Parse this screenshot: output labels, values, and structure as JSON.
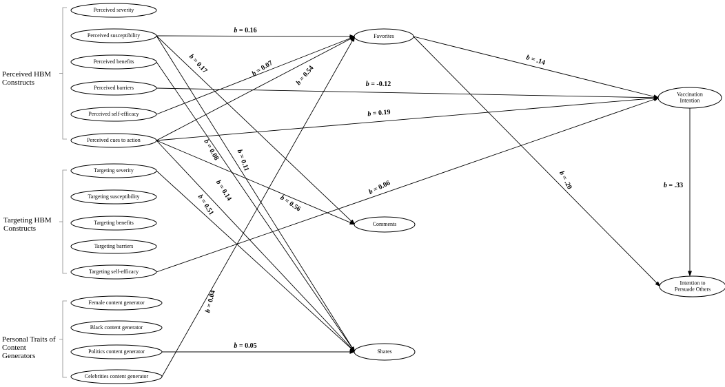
{
  "groups": [
    {
      "id": "hbm",
      "lines": [
        "Perceived HBM",
        "Constructs"
      ]
    },
    {
      "id": "targeting",
      "lines": [
        "Targeting HBM",
        "Constructs"
      ]
    },
    {
      "id": "traits",
      "lines": [
        "Personal Traits of",
        "Content",
        "Generators"
      ]
    }
  ],
  "nodes": {
    "perceived_severity": {
      "lines": [
        "Perceived severity"
      ]
    },
    "perceived_susceptibility": {
      "lines": [
        "Perceived susceptibility"
      ]
    },
    "perceived_benefits": {
      "lines": [
        "Perceived benefits"
      ]
    },
    "perceived_barriers": {
      "lines": [
        "Perceived barriers"
      ]
    },
    "perceived_self_efficacy": {
      "lines": [
        "Perceived self-efficacy"
      ]
    },
    "perceived_cues": {
      "lines": [
        "Perceived cues to action"
      ]
    },
    "targeting_severity": {
      "lines": [
        "Targeting severity"
      ]
    },
    "targeting_susceptibility": {
      "lines": [
        "Targeting susceptibility"
      ]
    },
    "targeting_benefits": {
      "lines": [
        "Targeting benefits"
      ]
    },
    "targeting_barriers": {
      "lines": [
        "Targeting barriers"
      ]
    },
    "targeting_self_efficacy": {
      "lines": [
        "Targeting self-efficacy"
      ]
    },
    "female_generator": {
      "lines": [
        "Female content generator"
      ]
    },
    "black_generator": {
      "lines": [
        "Black content generator"
      ]
    },
    "politics_generator": {
      "lines": [
        "Politics content generator"
      ]
    },
    "celebrities_generator": {
      "lines": [
        "Celebrities content generator"
      ]
    },
    "favorites": {
      "lines": [
        "Favorites"
      ]
    },
    "comments": {
      "lines": [
        "Comments"
      ]
    },
    "shares": {
      "lines": [
        "Shares"
      ]
    },
    "vaccination_intention": {
      "lines": [
        "Vaccination",
        "Intention"
      ]
    },
    "persuade_others": {
      "lines": [
        "Intention to",
        "Persuade Others"
      ]
    }
  },
  "paths": [
    {
      "from": "perceived_susceptibility",
      "to": "favorites",
      "b": "b",
      "value": " = 0.16"
    },
    {
      "from": "perceived_susceptibility",
      "to": "comments",
      "b": "b",
      "value": " = 0.17"
    },
    {
      "from": "perceived_susceptibility",
      "to": "shares",
      "b": "b",
      "value": " = 0.11"
    },
    {
      "from": "perceived_benefits",
      "to": "shares",
      "b": "b",
      "value": " = 0.14"
    },
    {
      "from": "perceived_barriers",
      "to": "vaccination_intention",
      "b": "b",
      "value": " = -0.12"
    },
    {
      "from": "perceived_self_efficacy",
      "to": "favorites",
      "b": "b",
      "value": " = 0.07"
    },
    {
      "from": "perceived_cues",
      "to": "favorites",
      "b": "b",
      "value": " = 0.54"
    },
    {
      "from": "perceived_cues",
      "to": "vaccination_intention",
      "b": "b",
      "value": " = 0.19"
    },
    {
      "from": "perceived_cues",
      "to": "comments",
      "b": "b",
      "value": " = 0.56"
    },
    {
      "from": "perceived_cues",
      "to": "shares",
      "b": "b",
      "value": " = 0.08"
    },
    {
      "from": "targeting_severity",
      "to": "shares",
      "b": "b",
      "value": " = 0.51"
    },
    {
      "from": "targeting_self_efficacy",
      "to": "vaccination_intention",
      "b": "b",
      "value": " = 0.06"
    },
    {
      "from": "politics_generator",
      "to": "shares",
      "b": "b",
      "value": " = 0.05"
    },
    {
      "from": "celebrities_generator",
      "to": "favorites",
      "b": "b",
      "value": " = 0.04"
    },
    {
      "from": "favorites",
      "to": "vaccination_intention",
      "b": "b",
      "value": " = .14"
    },
    {
      "from": "favorites",
      "to": "persuade_others",
      "b": "b",
      "value": " = .20"
    },
    {
      "from": "vaccination_intention",
      "to": "persuade_others",
      "b": "b",
      "value": " = .33"
    }
  ]
}
